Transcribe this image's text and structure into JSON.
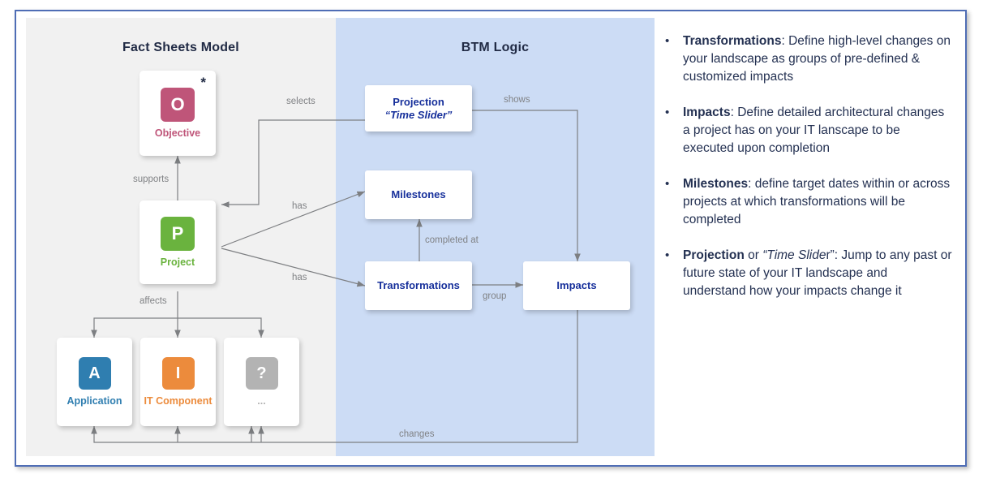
{
  "panels": {
    "left_title": "Fact Sheets Model",
    "right_title": "BTM Logic",
    "left_bg": "#f1f1f1",
    "right_bg": "#ccdcf5"
  },
  "fact_sheet_nodes": [
    {
      "key": "objective",
      "letter": "O",
      "label": "Objective",
      "color": "#bf5579",
      "badge": "*"
    },
    {
      "key": "project",
      "letter": "P",
      "label": "Project",
      "color": "#6ab33e",
      "badge": ""
    },
    {
      "key": "application",
      "letter": "A",
      "label": "Application",
      "color": "#2f7eb0",
      "badge": ""
    },
    {
      "key": "it_component",
      "letter": "I",
      "label": "IT Component",
      "color": "#ec8b3c",
      "badge": ""
    },
    {
      "key": "other",
      "letter": "?",
      "label": "...",
      "color": "#b3b3b3",
      "badge": ""
    }
  ],
  "btm_nodes": [
    {
      "key": "projection",
      "title": "Projection",
      "subtitle": "“Time Slider”"
    },
    {
      "key": "milestones",
      "title": "Milestones",
      "subtitle": ""
    },
    {
      "key": "transformations",
      "title": "Transformations",
      "subtitle": ""
    },
    {
      "key": "impacts",
      "title": "Impacts",
      "subtitle": ""
    }
  ],
  "edge_labels": {
    "selects": "selects",
    "shows": "shows",
    "supports": "supports",
    "has_milestones": "has",
    "has_transformations": "has",
    "completed_at": "completed at",
    "group": "group",
    "affects": "affects",
    "changes": "changes"
  },
  "bullets": [
    {
      "bullet": "•",
      "parts": [
        {
          "text": "Transformations",
          "style": "bold"
        },
        {
          "text": ": Define high-level changes on your landscape as groups of pre-defined & customized impacts",
          "style": "normal"
        }
      ]
    },
    {
      "bullet": "•",
      "parts": [
        {
          "text": "Impacts",
          "style": "bold"
        },
        {
          "text": ": Define detailed architectural changes a project has on your IT lanscape to be executed upon completion",
          "style": "normal"
        }
      ]
    },
    {
      "bullet": "•",
      "parts": [
        {
          "text": "Milestones",
          "style": "bold"
        },
        {
          "text": ": define target dates within or across projects at which transformations will be completed",
          "style": "normal"
        }
      ]
    },
    {
      "bullet": "•",
      "parts": [
        {
          "text": "Projection",
          "style": "bold"
        },
        {
          "text": " or ",
          "style": "normal"
        },
        {
          "text": "“Time Slide",
          "style": "italic"
        },
        {
          "text": "r”: Jump to any past or future state of your IT landscape and understand how your impacts change it",
          "style": "normal"
        }
      ]
    }
  ]
}
